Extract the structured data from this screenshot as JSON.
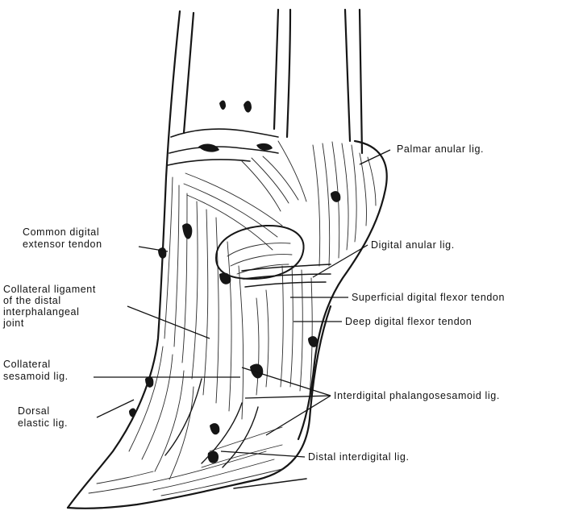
{
  "labels": {
    "palmar_anular": "Palmar anular lig.",
    "common_digital_1": "Common digital",
    "common_digital_2": "extensor tendon",
    "digital_anular": "Digital anular lig.",
    "collateral_lig_1": "Collateral ligament",
    "collateral_lig_2": "of the distal",
    "collateral_lig_3": "interphalangeal",
    "collateral_lig_4": "joint",
    "superficial_flexor": "Superficial digital flexor tendon",
    "deep_flexor": "Deep digital flexor tendon",
    "collateral_sesamoid_1": "Collateral",
    "collateral_sesamoid_2": "sesamoid lig.",
    "interdigital_phalango": "Interdigital phalangosesamoid lig.",
    "dorsal_elastic_1": "Dorsal",
    "dorsal_elastic_2": "elastic lig.",
    "distal_interdigital": "Distal interdigital lig."
  }
}
